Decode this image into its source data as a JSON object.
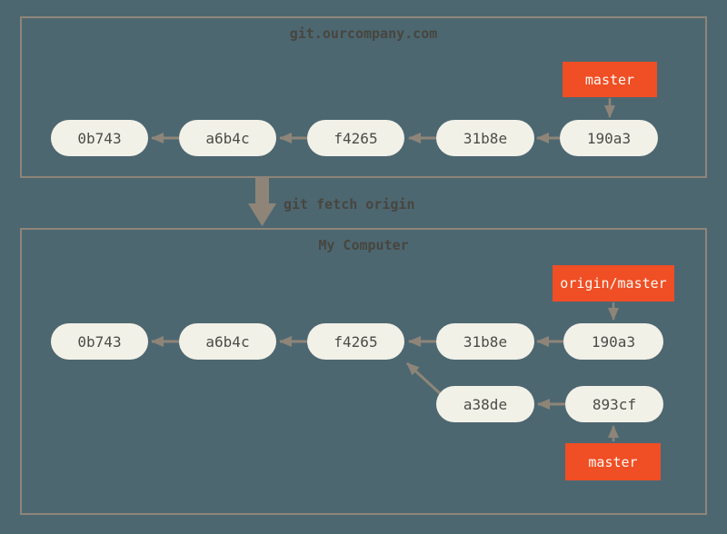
{
  "colors": {
    "background": "#4d6771",
    "box_border": "#8e8578",
    "arrow": "#8e8578",
    "node_fill": "#f2f1e8",
    "node_text": "#4c4b47",
    "label_bg": "#f04e24",
    "label_text": "#fbfaf4",
    "title_text": "#47463f"
  },
  "remote": {
    "title": "git.ourcompany.com",
    "branch_label": "master",
    "commits": [
      "0b743",
      "a6b4c",
      "f4265",
      "31b8e",
      "190a3"
    ]
  },
  "action": {
    "command": "git fetch origin"
  },
  "local": {
    "title": "My Computer",
    "remote_branch_label": "origin/master",
    "branch_label": "master",
    "commits": [
      "0b743",
      "a6b4c",
      "f4265",
      "31b8e",
      "190a3"
    ],
    "feature_commits": [
      "a38de",
      "893cf"
    ]
  }
}
